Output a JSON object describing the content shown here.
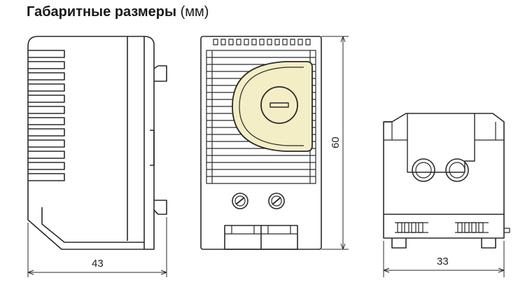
{
  "title": {
    "main": "Габаритные размеры",
    "unit": "(мм)"
  },
  "dimensions": {
    "side_width": "43",
    "front_height": "60",
    "bottom_width": "33"
  },
  "colors": {
    "line": "#2a2a2a",
    "dial_fill": "#f3eec6"
  },
  "views": [
    "side-view",
    "front-view",
    "bottom-view"
  ]
}
